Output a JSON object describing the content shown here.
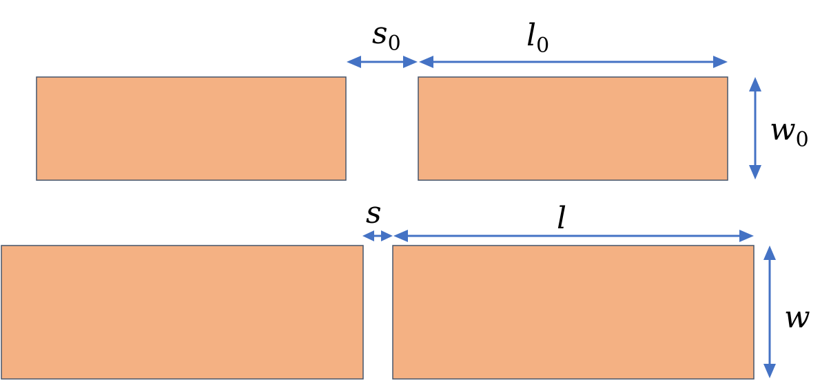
{
  "labels": {
    "s0": {
      "main": "s",
      "sub": "0"
    },
    "l0": {
      "main": "l",
      "sub": "0"
    },
    "w0": {
      "main": "w",
      "sub": "0"
    },
    "s": {
      "main": "s"
    },
    "l": {
      "main": "l"
    },
    "w": {
      "main": "w"
    }
  },
  "colors": {
    "conductor_fill": "#f4b183",
    "conductor_stroke": "#44546a",
    "dimension_arrow": "#4472c4"
  }
}
